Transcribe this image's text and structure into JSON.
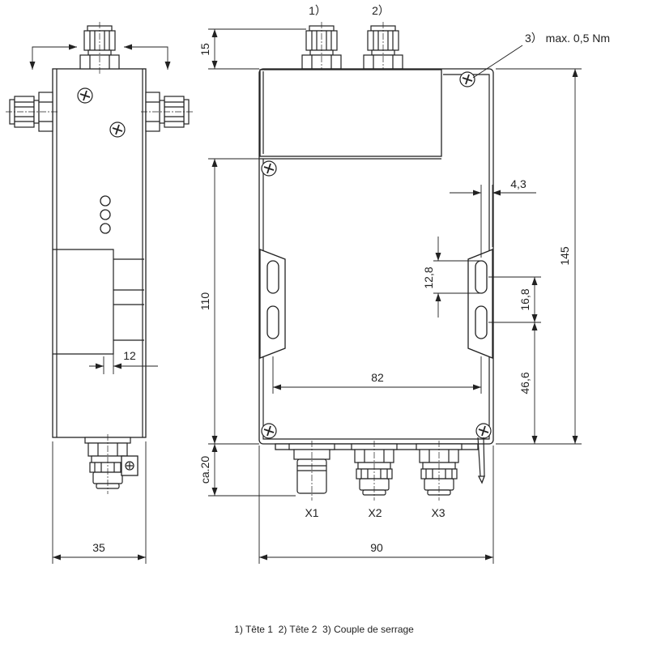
{
  "callouts": {
    "head1": "1）",
    "head2": "2）",
    "torque": "3） max. 0,5 Nm"
  },
  "dimensions": {
    "top_head_height": "15",
    "slot_edge_offset": "4,3",
    "overall_height": "145",
    "slot_length": "12,8",
    "slot_spacing": "16,8",
    "lower_height": "110",
    "slot_to_bottom": "46,6",
    "slot_span": "82",
    "bracket_depth": "12",
    "connector_length": "ca.20",
    "side_width": "35",
    "front_width": "90"
  },
  "connectors": [
    "X1",
    "X2",
    "X3"
  ],
  "caption": "1) Tête 1  2) Tête 2  3) Couple de serrage",
  "colors": {
    "line": "#222222",
    "background": "#ffffff"
  }
}
